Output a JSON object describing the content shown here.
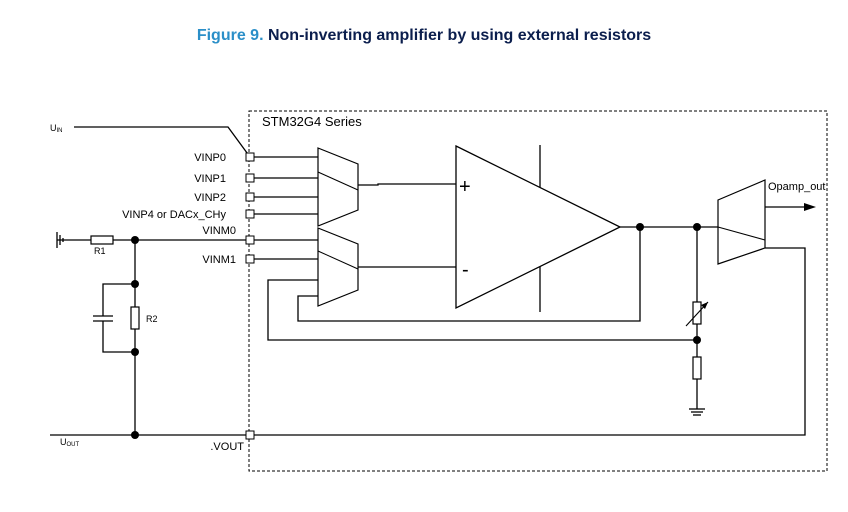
{
  "figure": {
    "number": "Figure 9.",
    "title": "Non-inverting amplifier by using external resistors"
  },
  "chip": {
    "label": "STM32G4 Series"
  },
  "inputs": {
    "uin_main": "U",
    "uin_sub": "IN",
    "uout_main": "U",
    "uout_sub": "OUT"
  },
  "pins": {
    "vinp0": "VINP0",
    "vinp1": "VINP1",
    "vinp2": "VINP2",
    "vinp4": "VINP4 or DACx_CHy",
    "vinm0": "VINM0",
    "vinm1": "VINM1",
    "vout": ".VOUT"
  },
  "components": {
    "r1": "R1",
    "r2": "R2",
    "opamp_out": "Opamp_out"
  },
  "opamp": {
    "plus": "+",
    "minus": "-"
  }
}
